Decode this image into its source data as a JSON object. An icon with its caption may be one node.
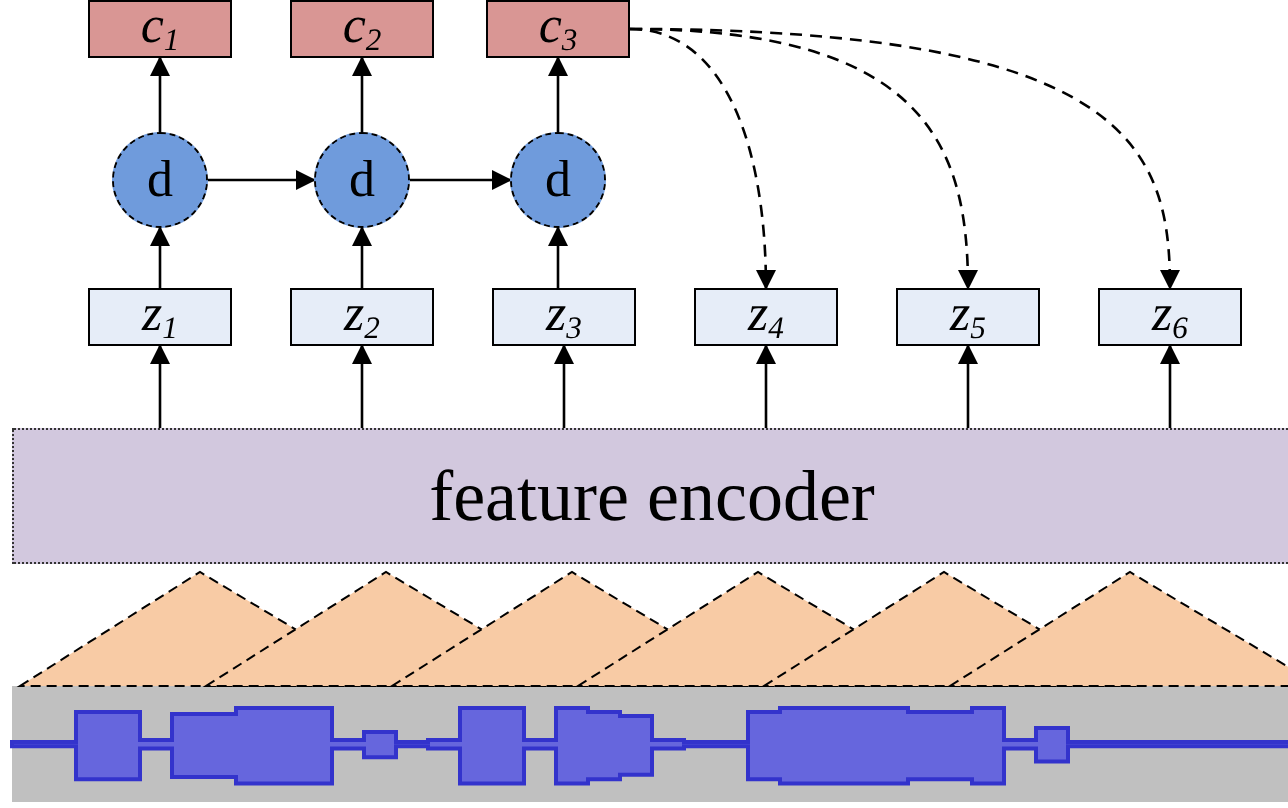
{
  "diagram": {
    "nodes": [
      {
        "text": [
          "c$_{1}$"
        ]
      },
      {
        "text": [
          "c$_{2}$"
        ]
      },
      {
        "text": [
          "c$_{3}$"
        ]
      },
      {
        "text": [
          "d"
        ]
      },
      {
        "text": [
          "d"
        ]
      },
      {
        "text": [
          "d"
        ]
      },
      {
        "text": [
          "z$_{1}$"
        ]
      },
      {
        "text": [
          "z$_{2}$"
        ]
      },
      {
        "text": [
          "z$_{3}$"
        ]
      },
      {
        "text": [
          "z$_{4}$"
        ]
      },
      {
        "text": [
          "z$_{5}$"
        ]
      },
      {
        "text": [
          "z$_{6}$"
        ]
      },
      {
        "text": [
          "feature encoder"
        ]
      }
    ],
    "edges": [
      {
        "from": 12,
        "to": 6,
        "arrow": "to"
      },
      {
        "from": 12,
        "to": 7,
        "arrow": "to"
      },
      {
        "from": 12,
        "to": 8,
        "arrow": "to"
      },
      {
        "from": 12,
        "to": 9,
        "arrow": "to"
      },
      {
        "from": 12,
        "to": 10,
        "arrow": "to"
      },
      {
        "from": 12,
        "to": 11,
        "arrow": "to"
      },
      {
        "from": 6,
        "to": 3,
        "arrow": "to"
      },
      {
        "from": 7,
        "to": 4,
        "arrow": "to"
      },
      {
        "from": 8,
        "to": 5,
        "arrow": "to"
      },
      {
        "from": 3,
        "to": 4,
        "arrow": "to"
      },
      {
        "from": 4,
        "to": 5,
        "arrow": "to"
      },
      {
        "from": 3,
        "to": 0,
        "arrow": "to"
      },
      {
        "from": 4,
        "to": 1,
        "arrow": "to"
      },
      {
        "from": 5,
        "to": 2,
        "arrow": "to"
      },
      {
        "from": 2,
        "to": 9,
        "arrow": "to",
        "style": "dashed"
      },
      {
        "from": 2,
        "to": 10,
        "arrow": "to",
        "style": "dashed"
      },
      {
        "from": 2,
        "to": 11,
        "arrow": "to",
        "style": "dashed"
      }
    ]
  }
}
